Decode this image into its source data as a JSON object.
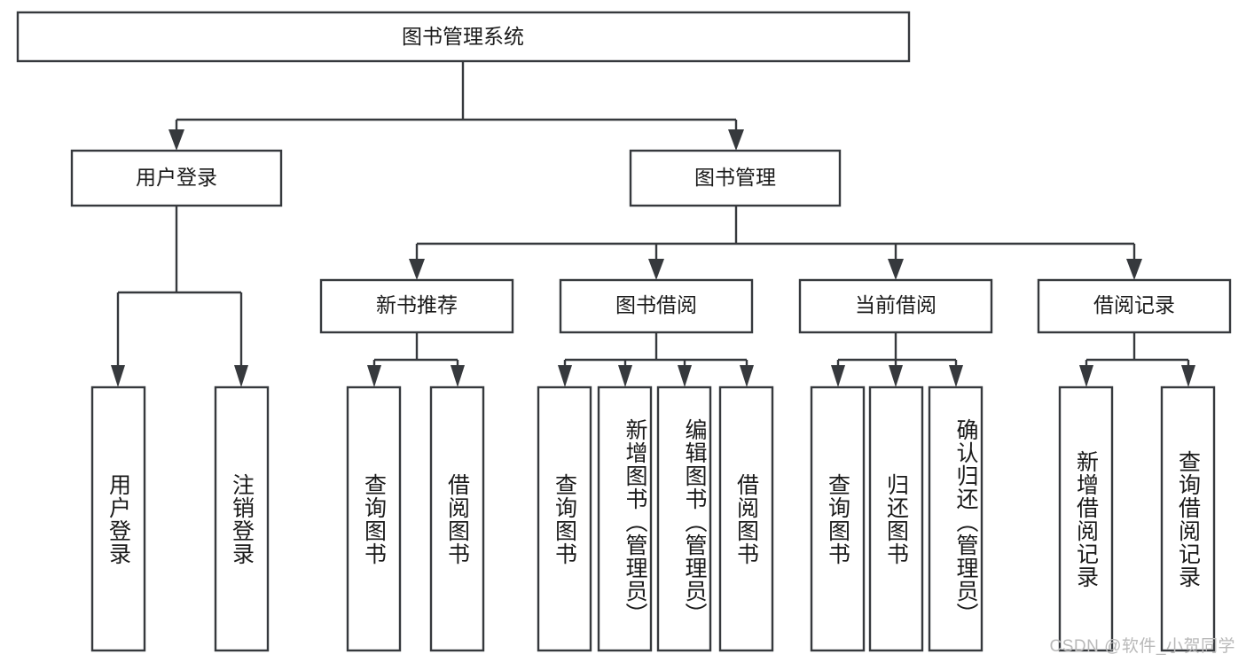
{
  "diagram": {
    "title": "图书管理系统",
    "type": "tree-hierarchy-diagram",
    "watermark": "CSDN @软件_小贺同学",
    "colors": {
      "stroke": "#36393d",
      "box_fill": "#ffffff",
      "text": "#1a1a1a",
      "background": "#ffffff",
      "watermark": "#b9b9b9"
    },
    "root": {
      "label": "图书管理系统"
    },
    "level2": [
      {
        "id": "user-login",
        "label": "用户登录"
      },
      {
        "id": "book-management",
        "label": "图书管理"
      }
    ],
    "level3": [
      {
        "id": "new-book-recommend",
        "label": "新书推荐"
      },
      {
        "id": "book-borrow",
        "label": "图书借阅"
      },
      {
        "id": "current-borrow",
        "label": "当前借阅"
      },
      {
        "id": "borrow-record",
        "label": "借阅记录"
      }
    ],
    "leaves": {
      "user_login": [
        {
          "id": "leaf-user-login",
          "label": "用户登录"
        },
        {
          "id": "leaf-logout-login",
          "label": "注销登录"
        }
      ],
      "new_book_recommend": [
        {
          "id": "leaf-query-book-1",
          "label": "查询图书"
        },
        {
          "id": "leaf-borrow-book-1",
          "label": "借阅图书"
        }
      ],
      "book_borrow": [
        {
          "id": "leaf-query-book-2",
          "label": "查询图书"
        },
        {
          "id": "leaf-add-book",
          "label": "新增图书（管理员）"
        },
        {
          "id": "leaf-edit-book",
          "label": "编辑图书（管理员）"
        },
        {
          "id": "leaf-borrow-book-2",
          "label": "借阅图书"
        }
      ],
      "current_borrow": [
        {
          "id": "leaf-query-book-3",
          "label": "查询图书"
        },
        {
          "id": "leaf-return-book",
          "label": "归还图书"
        },
        {
          "id": "leaf-confirm-return",
          "label": "确认归还（管理员）"
        }
      ],
      "borrow_record": [
        {
          "id": "leaf-add-record",
          "label": "新增借阅记录"
        },
        {
          "id": "leaf-query-record",
          "label": "查询借阅记录"
        }
      ]
    }
  }
}
